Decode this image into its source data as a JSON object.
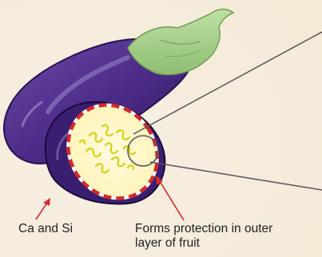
{
  "labels": {
    "calcium_silicon": "Ca and Si",
    "protection_line1": "Forms protection in outer",
    "protection_line2": "layer of fruit"
  },
  "colors": {
    "background": "#f6eedf",
    "skin": "#4e2d8a",
    "stem": "#a7cf8a",
    "flesh": "#fff7c9",
    "seeds": "#e3df22",
    "protection": "#d42a2a",
    "arrow": "#d42a2a",
    "pointer_lines": "#555555"
  }
}
